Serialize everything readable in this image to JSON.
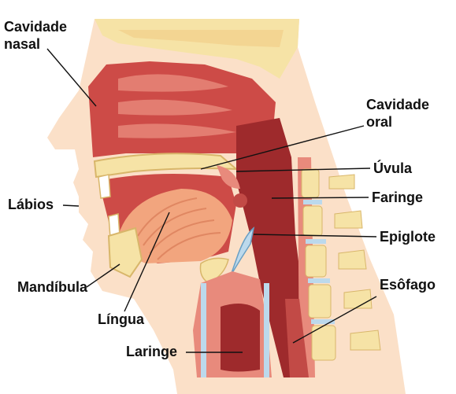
{
  "diagram": {
    "labels": {
      "cavidade_nasal_1": "Cavidade",
      "cavidade_nasal_2": "nasal",
      "cavidade_oral_1": "Cavidade",
      "cavidade_oral_2": "oral",
      "uvula": "Úvula",
      "faringe": "Faringe",
      "labios": "Lábios",
      "epiglote": "Epiglote",
      "mandibula": "Mandíbula",
      "esofago": "Esôfago",
      "lingua": "Língua",
      "laringe": "Laringe"
    },
    "colors": {
      "skin": "#fbe0c8",
      "skin_shadow": "#f3c6a4",
      "bone": "#f6e3a6",
      "bone_dots": "#d8b66a",
      "cavity_dark": "#9e2a2c",
      "cavity_mid": "#cd4b47",
      "tissue_pink": "#e88a7c",
      "tongue": "#f2a57e",
      "disc_blue": "#bcd9ec",
      "leader_line": "#111111"
    }
  }
}
